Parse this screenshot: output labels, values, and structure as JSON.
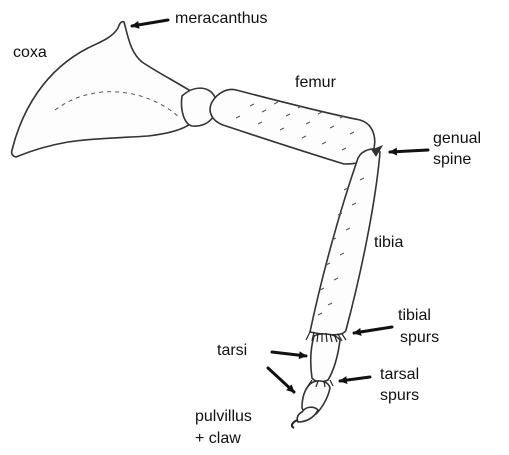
{
  "diagram": {
    "subject": "insect leg",
    "labels": {
      "meracanthus": "meracanthus",
      "coxa": "coxa",
      "femur": "femur",
      "genual_spine_1": "genual",
      "genual_spine_2": "spine",
      "tibia": "tibia",
      "tibial_spurs_1": "tibial",
      "tibial_spurs_2": "spurs",
      "tarsi": "tarsi",
      "tarsal_spurs_1": "tarsal",
      "tarsal_spurs_2": "spurs",
      "pulvillus_claw_1": "pulvillus",
      "pulvillus_claw_2": "+ claw"
    },
    "colors": {
      "ink": "#111111",
      "outline": "#333333",
      "background": "#ffffff"
    }
  }
}
